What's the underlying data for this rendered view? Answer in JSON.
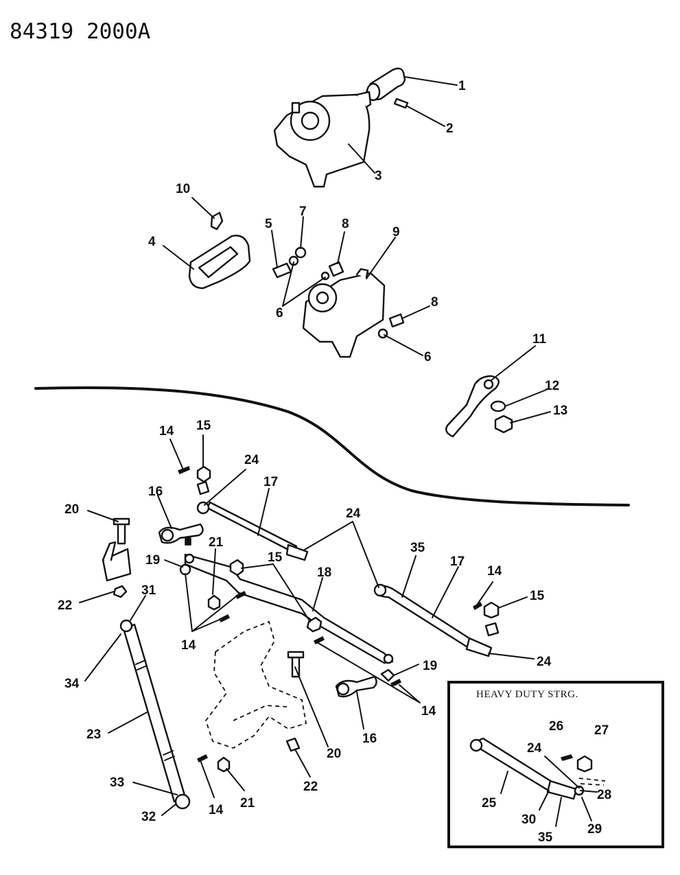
{
  "header": {
    "code": "84319  2000A"
  },
  "inset": {
    "title": "HEAVY DUTY STRG."
  },
  "callouts": [
    {
      "id": "c1",
      "text": "1"
    },
    {
      "id": "c2",
      "text": "2"
    },
    {
      "id": "c3",
      "text": "3"
    },
    {
      "id": "c10",
      "text": "10"
    },
    {
      "id": "c5",
      "text": "5"
    },
    {
      "id": "c7",
      "text": "7"
    },
    {
      "id": "c8a",
      "text": "8"
    },
    {
      "id": "c9",
      "text": "9"
    },
    {
      "id": "c4",
      "text": "4"
    },
    {
      "id": "c6a",
      "text": "6"
    },
    {
      "id": "c8b",
      "text": "8"
    },
    {
      "id": "c6b",
      "text": "6"
    },
    {
      "id": "c11",
      "text": "11"
    },
    {
      "id": "c12",
      "text": "12"
    },
    {
      "id": "c13",
      "text": "13"
    },
    {
      "id": "c14a",
      "text": "14"
    },
    {
      "id": "c15a",
      "text": "15"
    },
    {
      "id": "c24a",
      "text": "24"
    },
    {
      "id": "c17a",
      "text": "17"
    },
    {
      "id": "c16a",
      "text": "16"
    },
    {
      "id": "c20a",
      "text": "20"
    },
    {
      "id": "c24b",
      "text": "24"
    },
    {
      "id": "c21a",
      "text": "21"
    },
    {
      "id": "c19a",
      "text": "19"
    },
    {
      "id": "c15b",
      "text": "15"
    },
    {
      "id": "c35a",
      "text": "35"
    },
    {
      "id": "c17b",
      "text": "17"
    },
    {
      "id": "c18",
      "text": "18"
    },
    {
      "id": "c14b",
      "text": "14"
    },
    {
      "id": "c15c",
      "text": "15"
    },
    {
      "id": "c22a",
      "text": "22"
    },
    {
      "id": "c31",
      "text": "31"
    },
    {
      "id": "c14c",
      "text": "14"
    },
    {
      "id": "c24c",
      "text": "24"
    },
    {
      "id": "c34",
      "text": "34"
    },
    {
      "id": "c19b",
      "text": "19"
    },
    {
      "id": "c14d",
      "text": "14"
    },
    {
      "id": "c16b",
      "text": "16"
    },
    {
      "id": "c23",
      "text": "23"
    },
    {
      "id": "c20b",
      "text": "20"
    },
    {
      "id": "c33",
      "text": "33"
    },
    {
      "id": "c22b",
      "text": "22"
    },
    {
      "id": "c32",
      "text": "32"
    },
    {
      "id": "c14e",
      "text": "14"
    },
    {
      "id": "c21b",
      "text": "21"
    },
    {
      "id": "c26",
      "text": "26"
    },
    {
      "id": "c27",
      "text": "27"
    },
    {
      "id": "c24d",
      "text": "24"
    },
    {
      "id": "c28",
      "text": "28"
    },
    {
      "id": "c25",
      "text": "25"
    },
    {
      "id": "c30",
      "text": "30"
    },
    {
      "id": "c35b",
      "text": "35"
    },
    {
      "id": "c29",
      "text": "29"
    }
  ]
}
